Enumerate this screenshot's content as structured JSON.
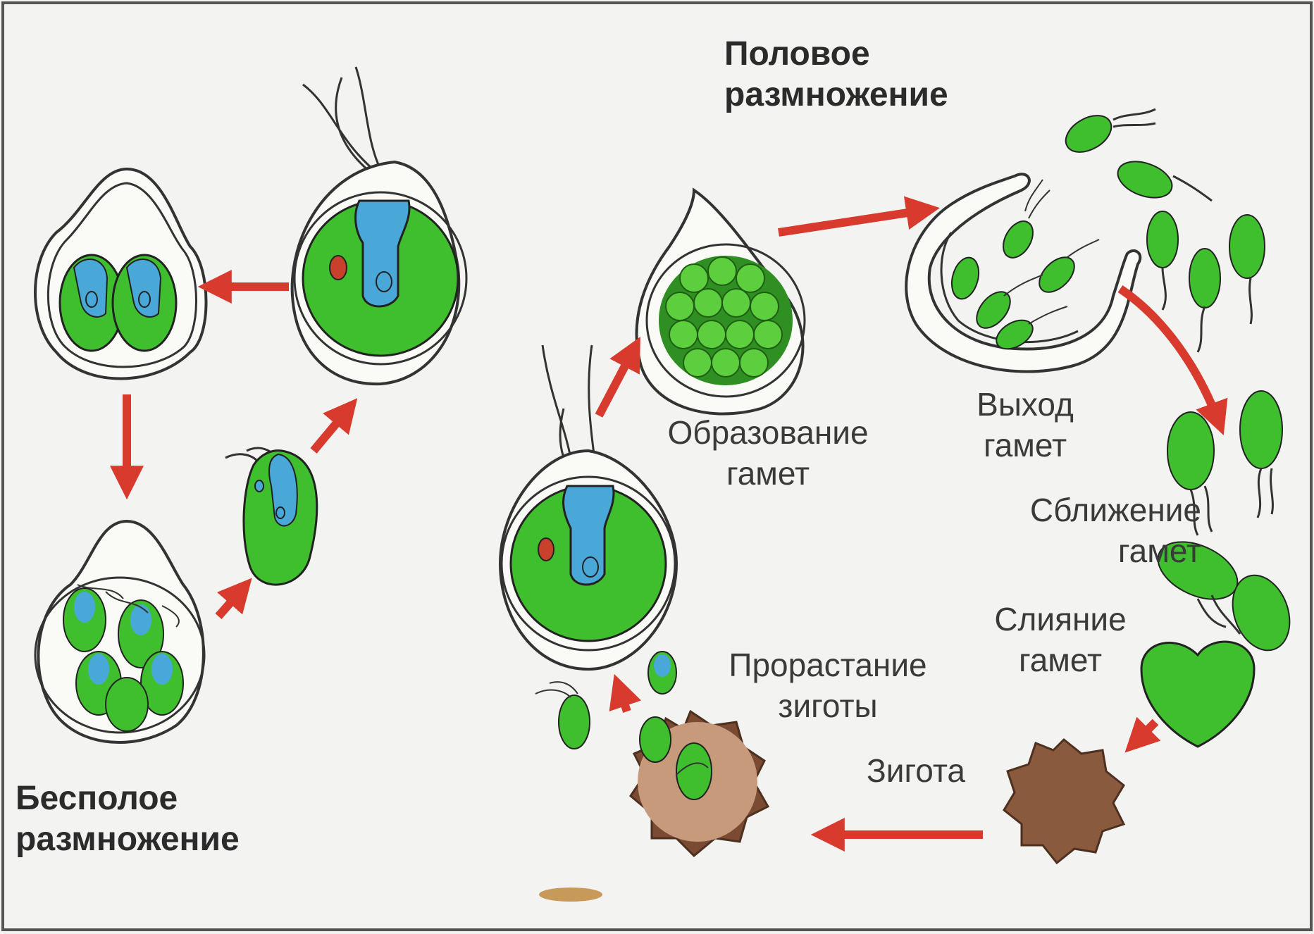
{
  "title_sexual": [
    "Половое",
    "размножение"
  ],
  "title_asexual": [
    "Бесполое",
    "размножение"
  ],
  "labels": {
    "gamete_formation": [
      "Образование",
      "гамет"
    ],
    "gamete_release": [
      "Выход",
      "гамет"
    ],
    "gamete_approach": [
      "Сближение",
      "гамет"
    ],
    "gamete_fusion": [
      "Слияние",
      "гамет"
    ],
    "zygote": "Зигота",
    "zygote_germination": [
      "Прорастание",
      "зиготы"
    ]
  },
  "colors": {
    "cell_green": "#3fbf2e",
    "nucleus_blue": "#4aa8d8",
    "arrow_red": "#d83a2e",
    "zygote_brown": "#8a5a3e",
    "eyespot_red": "#c8412d"
  }
}
